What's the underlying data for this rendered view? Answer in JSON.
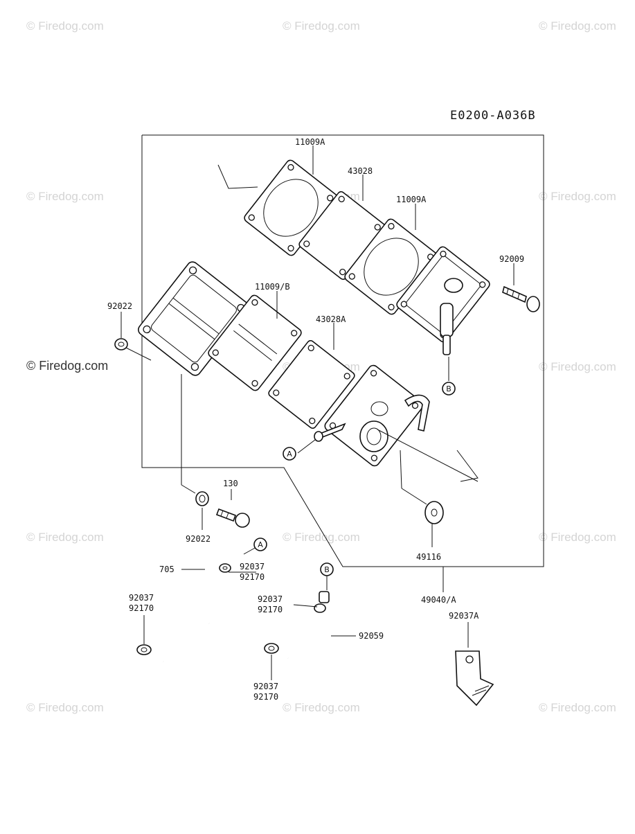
{
  "diagram": {
    "code": "E0200-A036B",
    "labels": {
      "p11009A_top": "11009A",
      "p43028": "43028",
      "p11009A_mid": "11009A",
      "p92009": "92009",
      "p92022_left": "92022",
      "p11009B": "11009/B",
      "p43028A": "43028A",
      "p130": "130",
      "p92022_low": "92022",
      "p49116": "49116",
      "p705": "705",
      "p92037_a": "92037",
      "p92170_a": "92170",
      "p92037_b": "92037",
      "p92170_b": "92170",
      "p92037_c": "92037",
      "p92170_c": "92170",
      "p92059": "92059",
      "p92037_d": "92037",
      "p92170_d": "92170",
      "p49040A": "49040/A",
      "p92037A": "92037A"
    },
    "callouts": {
      "a1": "A",
      "a2": "A",
      "b1": "B",
      "b2": "B"
    }
  },
  "watermark": {
    "text": "© Firedog.com",
    "featured_text": "© Firedog.com"
  }
}
